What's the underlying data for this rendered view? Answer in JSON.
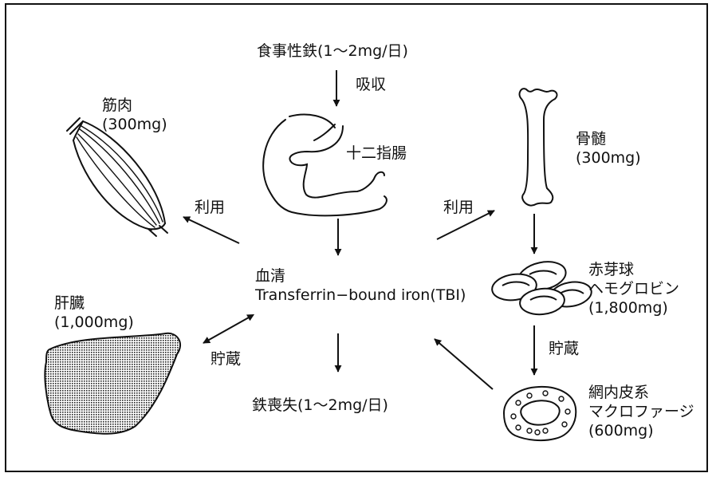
{
  "intake": {
    "label": "食事性鉄(1〜2mg/日)"
  },
  "absorption": {
    "label": "吸収"
  },
  "duodenum": {
    "label": "十二指腸"
  },
  "muscle": {
    "name": "筋肉",
    "amount": "(300mg)"
  },
  "bone_marrow": {
    "name": "骨髄",
    "amount": "(300mg)"
  },
  "use_left": {
    "label": "利用"
  },
  "use_right": {
    "label": "利用"
  },
  "serum": {
    "name": "血清",
    "subtitle": "Transferrin−bound iron(TBI)"
  },
  "erythrocyte": {
    "name": "赤芽球",
    "line2": "ヘモグロビン",
    "amount": "(1,800mg)"
  },
  "liver": {
    "name": "肝臓",
    "amount": "(1,000mg)"
  },
  "storage_left": {
    "label": "貯蔵"
  },
  "storage_right": {
    "label": "貯蔵"
  },
  "loss": {
    "label": "鉄喪失(1〜2mg/日)"
  },
  "macrophage": {
    "name": "網内皮系",
    "line2": "マクロファージ",
    "amount": "(600mg)"
  }
}
